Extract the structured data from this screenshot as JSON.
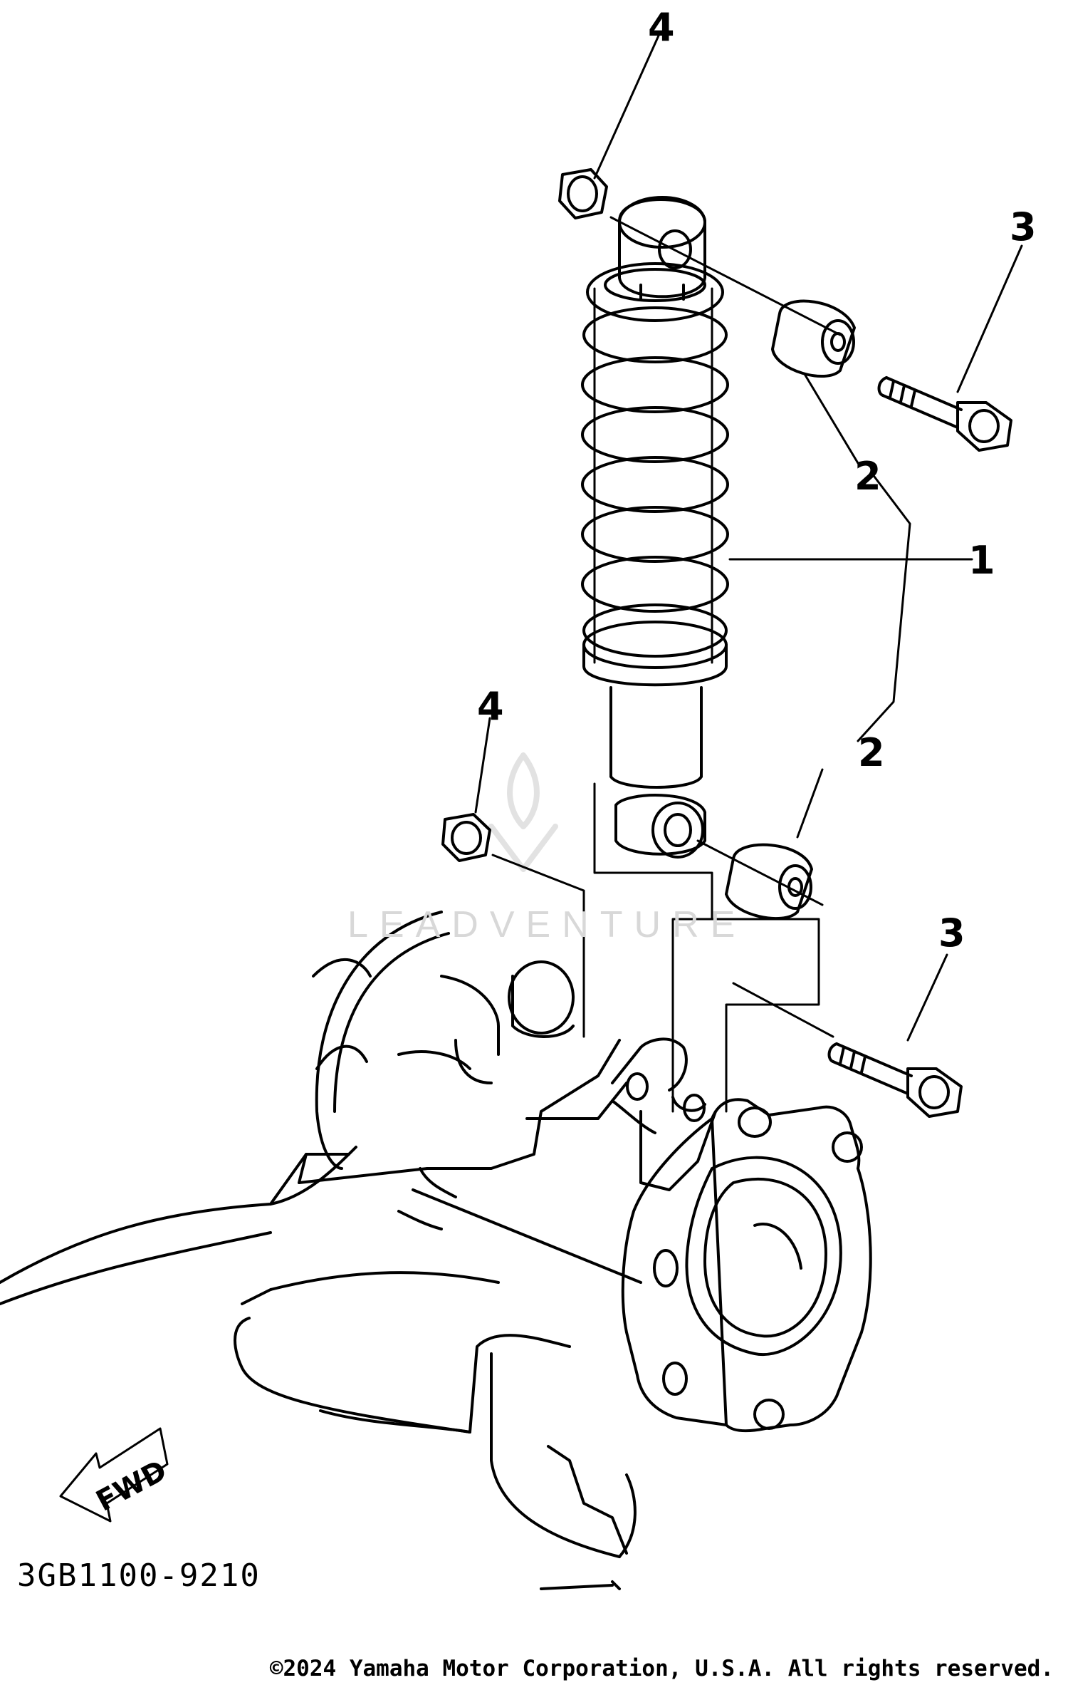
{
  "callouts": {
    "part_1": "1",
    "part_2_upper": "2",
    "part_2_lower": "2",
    "part_3_upper": "3",
    "part_3_lower": "3",
    "part_4_upper": "4",
    "part_4_lower": "4"
  },
  "direction_label": "FWD",
  "diagram_code": "3GB1100-9210",
  "copyright": "©2024 Yamaha Motor Corporation, U.S.A. All rights reserved.",
  "watermark": "LEADVENTURE"
}
